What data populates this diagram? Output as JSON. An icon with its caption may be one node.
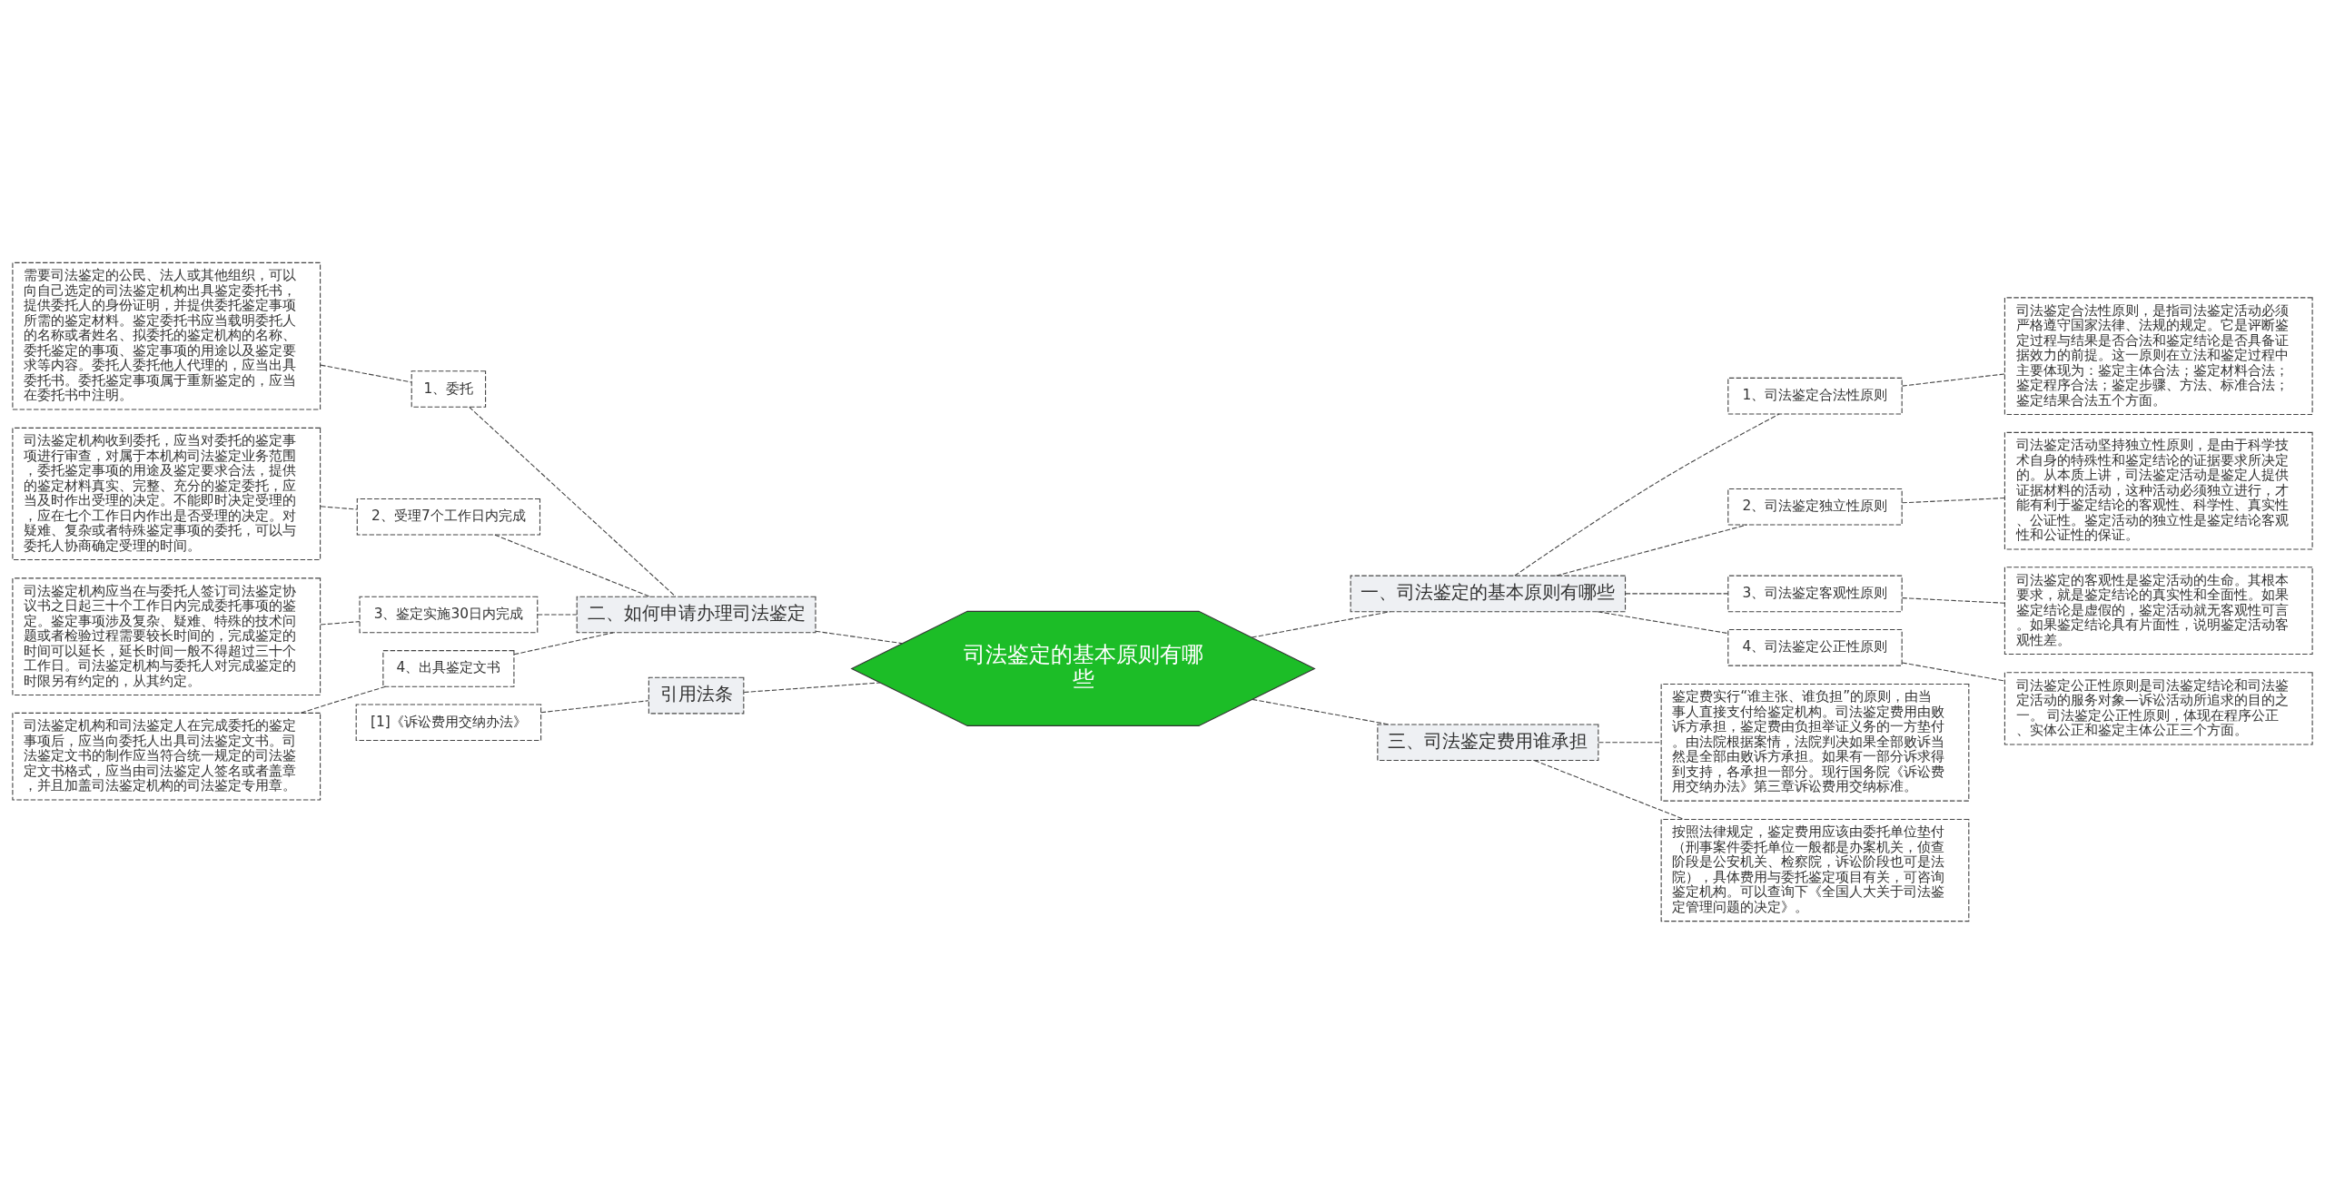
{
  "diagram": {
    "nodes": [
      {
        "text": [
          "司法鉴定的基本原则有哪些"
        ]
      },
      {
        "text": [
          "一、司法鉴定的基本原则有哪些"
        ]
      },
      {
        "text": [
          "1、司法鉴定合法性原则"
        ]
      },
      {
        "text": [
          "司法鉴定合法性原则，是指司法鉴定活动必须严格遵守国家法律、法规的规定。它是评断鉴定过程与结果是否合法和鉴定结论是否具备证据效力的前提。这一原则在立法和鉴定过程中主要体现为：鉴定主体合法；鉴定材料合法；鉴定程序合法；鉴定步骤、方法、标准合法；鉴定结果合法五个方面。"
        ]
      },
      {
        "text": [
          "2、司法鉴定独立性原则"
        ]
      },
      {
        "text": [
          "司法鉴定活动坚持独立性原则，是由于科学技术自身的特殊性和鉴定结论的证据要求所决定的。从本质上讲，司法鉴定活动是鉴定人提供证据材料的活动，这种活动必须独立进行，才能有利于鉴定结论的客观性、科学性、真实性、公证性。鉴定活动的独立性是鉴定结论客观性和公证性的保证。"
        ]
      },
      {
        "text": [
          "3、司法鉴定客观性原则"
        ]
      },
      {
        "text": [
          "司法鉴定的客观性是鉴定活动的生命。其根本要求，就是鉴定结论的真实性和全面性。如果鉴定结论是虚假的，鉴定活动就无客观性可言。如果鉴定结论具有片面性，说明鉴定活动客观性差。"
        ]
      },
      {
        "text": [
          "4、司法鉴定公正性原则"
        ]
      },
      {
        "text": [
          "司法鉴定公正性原则是司法鉴定结论和司法鉴定活动的服务对象—诉讼活动所追求的目的之一。 司法鉴定公正性原则，体现在程序公正、实体公正和鉴定主体公正三个方面。"
        ]
      },
      {
        "text": [
          "二、如何申请办理司法鉴定"
        ]
      },
      {
        "text": [
          "1、委托"
        ]
      },
      {
        "text": [
          "需要司法鉴定的公民、法人或其他组织，可以向自己选定的司法鉴定机构出具鉴定委托书，提供委托人的身份证明，并提供委托鉴定事项所需的鉴定材料。鉴定委托书应当载明委托人的名称或者姓名、拟委托的鉴定机构的名称、委托鉴定的事项、鉴定事项的用途以及鉴定要求等内容。委托人委托他人代理的，应当出具委托书。委托鉴定事项属于重新鉴定的，应当在委托书中注明。"
        ]
      },
      {
        "text": [
          "2、受理7个工作日内完成"
        ]
      },
      {
        "text": [
          "司法鉴定机构收到委托，应当对委托的鉴定事项进行审查，对属于本机构司法鉴定业务范围，委托鉴定事项的用途及鉴定要求合法，提供的鉴定材料真实、完整、充分的鉴定委托，应当及时作出受理的决定。不能即时决定受理的，应在七个工作日内作出是否受理的决定。对疑难、复杂或者特殊鉴定事项的委托，可以与委托人协商确定受理的时间。"
        ]
      },
      {
        "text": [
          "3、鉴定实施30日内完成"
        ]
      },
      {
        "text": [
          "司法鉴定机构应当在与委托人签订司法鉴定协议书之日起三十个工作日内完成委托事项的鉴定。鉴定事项涉及复杂、疑难、特殊的技术问题或者检验过程需要较长时间的，完成鉴定的时间可以延长，延长时间一般不得超过三十个工作日。司法鉴定机构与委托人对完成鉴定的时限另有约定的，从其约定。"
        ]
      },
      {
        "text": [
          "4、出具鉴定文书"
        ]
      },
      {
        "text": [
          "司法鉴定机构和司法鉴定人在完成委托的鉴定事项后，应当向委托人出具司法鉴定文书。司法鉴定文书的制作应当符合统一规定的司法鉴定文书格式，应当由司法鉴定人签名或者盖章，并且加盖司法鉴定机构的司法鉴定专用章。"
        ]
      },
      {
        "text": [
          "三、司法鉴定费用谁承担"
        ]
      },
      {
        "text": [
          "鉴定费实行“谁主张、谁负担”的原则，由当事人直接支付给鉴定机构。司法鉴定费用由败诉方承担，鉴定费由负担举证义务的一方垫付。由法院根据案情，法院判决如果全部败诉当然是全部由败诉方承担。如果有一部分诉求得到支持，各承担一部分。现行国务院《诉讼费用交纳办法》第三章诉讼费用交纳标准。"
        ]
      },
      {
        "text": [
          "按照法律规定，鉴定费用应该由委托单位垫付（刑事案件委托单位一般都是办案机关，侦查阶段是公安机关、检察院，诉讼阶段也可是法院），具体费用与委托鉴定项目有关，可咨询鉴定机构。可以查询下《全国人大关于司法鉴定管理问题的决定》。"
        ]
      },
      {
        "text": [
          "引用法条"
        ]
      },
      {
        "text": [
          "[1]《诉讼费用交纳办法》"
        ]
      }
    ],
    "edges": [
      {
        "from": 0,
        "to": 1,
        "arrow": "none",
        "style": "dashed"
      },
      {
        "from": 1,
        "to": 2,
        "arrow": "none",
        "style": "dashed"
      },
      {
        "from": 2,
        "to": 3,
        "arrow": "none",
        "style": "dashed"
      },
      {
        "from": 1,
        "to": 4,
        "arrow": "none",
        "style": "dashed"
      },
      {
        "from": 4,
        "to": 5,
        "arrow": "none",
        "style": "dashed"
      },
      {
        "from": 1,
        "to": 6,
        "arrow": "none",
        "style": "dashed"
      },
      {
        "from": 6,
        "to": 7,
        "arrow": "none",
        "style": "dashed"
      },
      {
        "from": 1,
        "to": 8,
        "arrow": "none",
        "style": "dashed"
      },
      {
        "from": 8,
        "to": 9,
        "arrow": "none",
        "style": "dashed"
      },
      {
        "from": 0,
        "to": 10,
        "arrow": "none",
        "style": "dashed"
      },
      {
        "from": 10,
        "to": 11,
        "arrow": "none",
        "style": "dashed"
      },
      {
        "from": 11,
        "to": 12,
        "arrow": "none",
        "style": "dashed"
      },
      {
        "from": 10,
        "to": 13,
        "arrow": "none",
        "style": "dashed"
      },
      {
        "from": 13,
        "to": 14,
        "arrow": "none",
        "style": "dashed"
      },
      {
        "from": 10,
        "to": 15,
        "arrow": "none",
        "style": "dashed"
      },
      {
        "from": 15,
        "to": 16,
        "arrow": "none",
        "style": "dashed"
      },
      {
        "from": 10,
        "to": 17,
        "arrow": "none",
        "style": "dashed"
      },
      {
        "from": 17,
        "to": 18,
        "arrow": "none",
        "style": "dashed"
      },
      {
        "from": 0,
        "to": 19,
        "arrow": "none",
        "style": "dashed"
      },
      {
        "from": 19,
        "to": 20,
        "arrow": "none",
        "style": "dashed"
      },
      {
        "from": 19,
        "to": 21,
        "arrow": "none",
        "style": "dashed"
      },
      {
        "from": 0,
        "to": 22,
        "arrow": "none",
        "style": "dashed"
      },
      {
        "from": 22,
        "to": 23,
        "arrow": "none",
        "style": "dashed"
      }
    ]
  }
}
